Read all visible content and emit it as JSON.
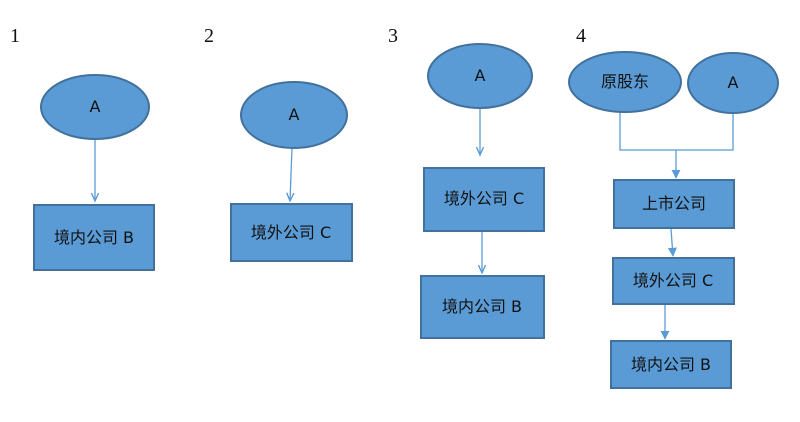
{
  "diagrams": [
    {
      "number": "1",
      "nodes": [
        {
          "id": "a",
          "shape": "ellipse",
          "label": "A"
        },
        {
          "id": "b",
          "shape": "rect",
          "label": "境内公司 B"
        }
      ],
      "edges": [
        [
          "a",
          "b"
        ]
      ]
    },
    {
      "number": "2",
      "nodes": [
        {
          "id": "a",
          "shape": "ellipse",
          "label": "A"
        },
        {
          "id": "c",
          "shape": "rect",
          "label": "境外公司 C"
        }
      ],
      "edges": [
        [
          "a",
          "c"
        ]
      ]
    },
    {
      "number": "3",
      "nodes": [
        {
          "id": "a",
          "shape": "ellipse",
          "label": "A"
        },
        {
          "id": "c",
          "shape": "rect",
          "label": "境外公司 C"
        },
        {
          "id": "b",
          "shape": "rect",
          "label": "境内公司 B"
        }
      ],
      "edges": [
        [
          "a",
          "c"
        ],
        [
          "c",
          "b"
        ]
      ]
    },
    {
      "number": "4",
      "nodes": [
        {
          "id": "orig",
          "shape": "ellipse",
          "label": "原股东"
        },
        {
          "id": "a",
          "shape": "ellipse",
          "label": "A"
        },
        {
          "id": "listed",
          "shape": "rect",
          "label": "上市公司"
        },
        {
          "id": "c",
          "shape": "rect",
          "label": "境外公司 C"
        },
        {
          "id": "b",
          "shape": "rect",
          "label": "境内公司 B"
        }
      ],
      "edges": [
        [
          "orig",
          "listed"
        ],
        [
          "a",
          "listed"
        ],
        [
          "listed",
          "c"
        ],
        [
          "c",
          "b"
        ]
      ]
    }
  ],
  "colors": {
    "shape_fill": "#5b9bd5",
    "shape_border": "#41719c",
    "connector": "#5b9bd5"
  }
}
